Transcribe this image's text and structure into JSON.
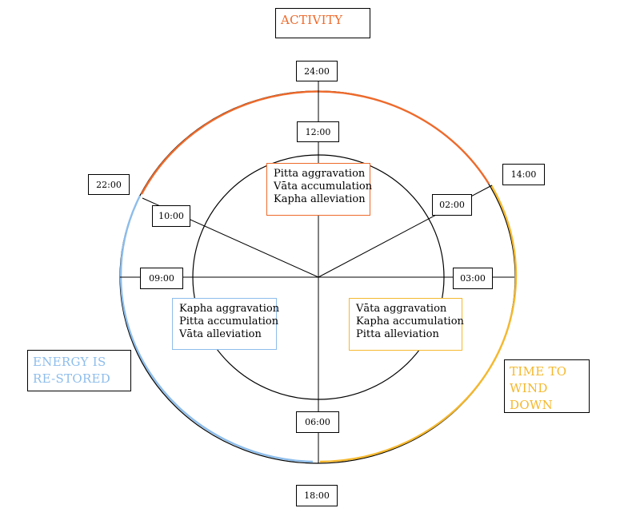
{
  "colors": {
    "activity": "#EE6A2B",
    "energy": "#8DBDEB",
    "wind_down": "#F5B82E",
    "line": "#000000"
  },
  "phases": {
    "activity": "ACTIVITY",
    "energy_line1": "ENERGY IS",
    "energy_line2": "RE-STORED",
    "wind_line1": "TIME TO",
    "wind_line2": "WIND",
    "wind_line3": "DOWN"
  },
  "outer_times": {
    "top": "24:00",
    "top_left": "22:00",
    "top_right": "14:00",
    "bottom": "18:00"
  },
  "inner_times": {
    "t1200": "12:00",
    "t1000": "10:00",
    "t0200": "02:00",
    "t0900": "09:00",
    "t0300": "03:00",
    "t0600": "06:00"
  },
  "doshas": {
    "top": [
      "Pitta aggravation",
      "Vāta accumulation",
      "Kapha alleviation"
    ],
    "left": [
      "Kapha aggravation",
      "Pitta accumulation",
      "Vāta alleviation"
    ],
    "right": [
      "Vāta aggravation",
      "Kapha accumulation",
      "Pitta alleviation"
    ]
  }
}
